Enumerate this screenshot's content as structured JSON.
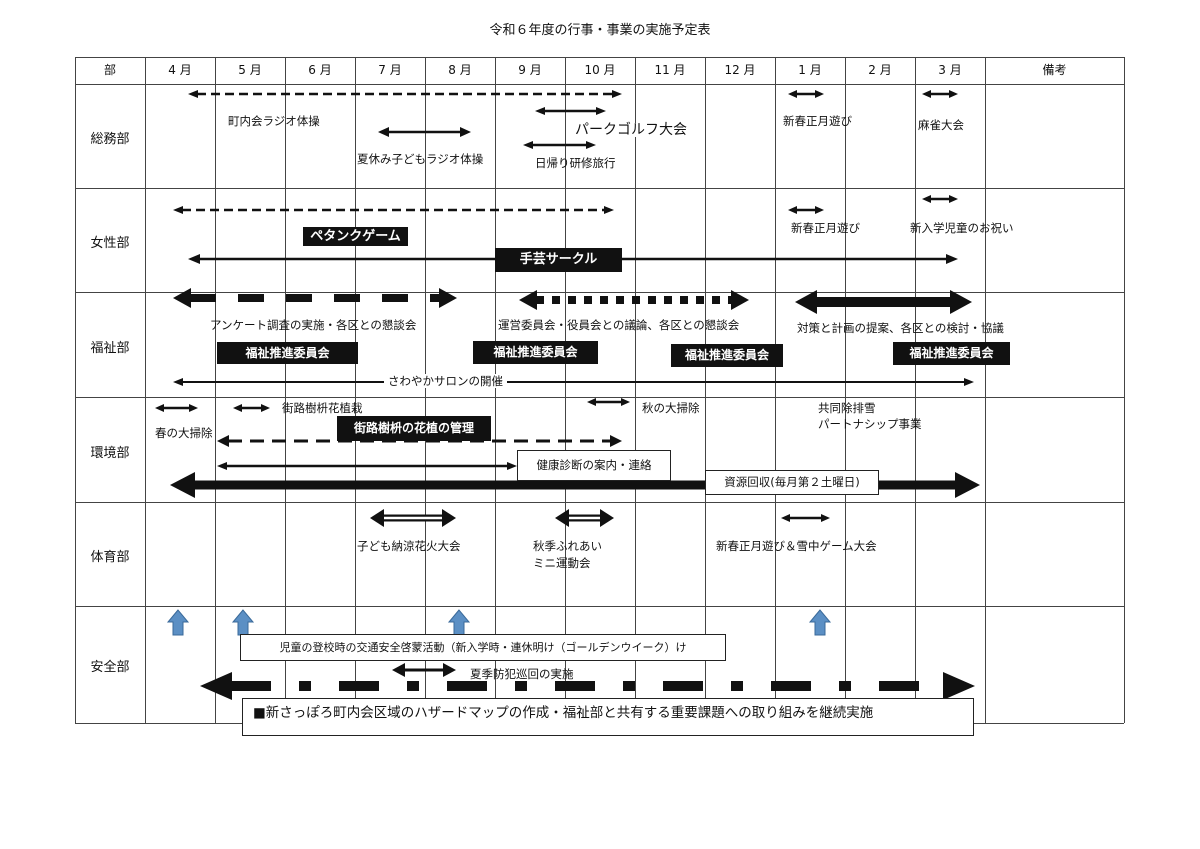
{
  "title": "令和６年度の行事・事業の実施予定表",
  "header": {
    "dept": "部",
    "months": [
      "4 月",
      "5 月",
      "6 月",
      "7 月",
      "8 月",
      "9 月",
      "10 月",
      "11 月",
      "12 月",
      "1 月",
      "2 月",
      "3 月"
    ],
    "notes": "備考"
  },
  "rows": {
    "soumu": {
      "name": "総務部",
      "items": [
        "町内会ラジオ体操",
        "パークゴルフ大会",
        "夏休み子どもラジオ体操",
        "日帰り研修旅行",
        "新春正月遊び",
        "麻雀大会"
      ]
    },
    "josei": {
      "name": "女性部",
      "items": [
        "ペタンクゲーム",
        "手芸サークル",
        "新春正月遊び",
        "新入学児童のお祝い"
      ]
    },
    "fukushi": {
      "name": "福祉部",
      "items": [
        "アンケート調査の実施・各区との懇談会",
        "運営委員会・役員会との議論、各区との懇談会",
        "対策と計画の提案、各区との検討・協議",
        "福祉推進委員会",
        "さわやかサロンの開催"
      ]
    },
    "kankyo": {
      "name": "環境部",
      "items": [
        "街路樹枡花植栽",
        "春の大掃除",
        "秋の大掃除",
        "共同除排雪",
        "パートナシップ事業",
        "街路樹枡の花植の管理",
        "健康診断の案内・連絡",
        "資源回収(毎月第２土曜日)"
      ]
    },
    "taiiku": {
      "name": "体育部",
      "items": [
        "子ども納涼花火大会",
        "秋季ふれあい",
        "ミニ運動会",
        "新春正月遊び＆雪中ゲーム大会"
      ]
    },
    "anzen": {
      "name": "安全部",
      "items": [
        "児童の登校時の交通安全啓蒙活動（新入学時・連休明け（ゴールデンウイーク）け",
        "夏季防犯巡回の実施",
        "■新さっぽろ町内会区域のハザードマップの作成・福祉部と共有する重要課題への取り組みを継続実施"
      ]
    }
  },
  "colors": {
    "blue_arrow": "#5b8fc4",
    "ink": "#111111"
  }
}
